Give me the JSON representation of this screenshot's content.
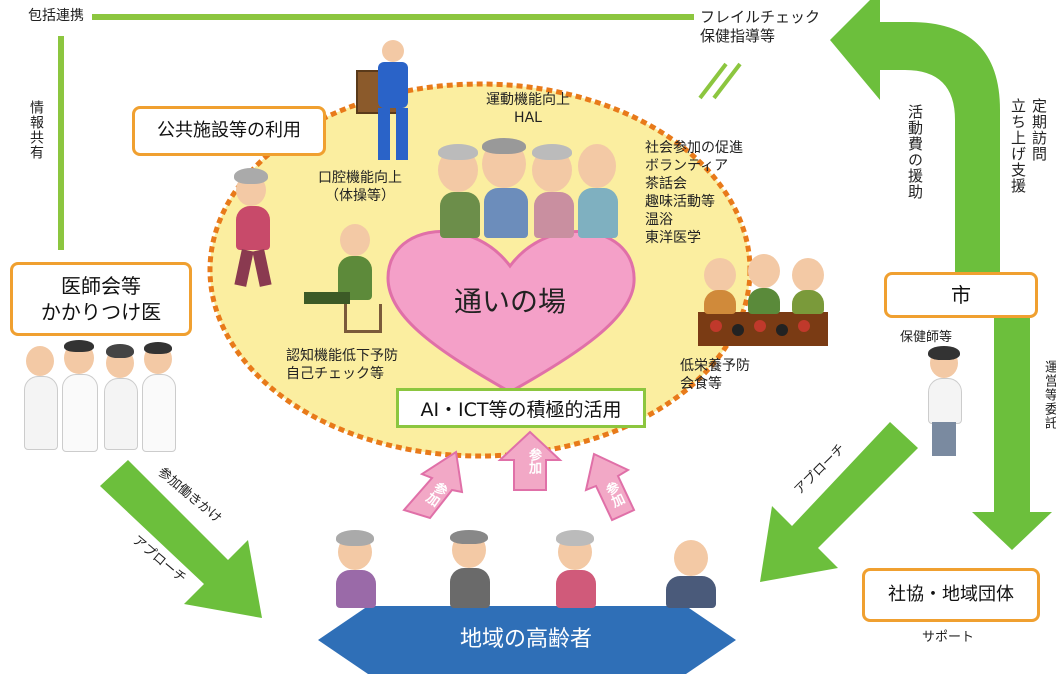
{
  "labels": {
    "houkatsu": "包括連携",
    "jouhou": "情報共有",
    "frail": "フレイルチェック\n保健指導等",
    "katsudou": "活動費の援助",
    "teiki": "定期訪問\n立ち上げ支援",
    "undou": "運動機能向上\nHAL",
    "shakai": "社会参加の促進\nボランティア\n茶話会\n趣味活動等\n温浴\n東洋医学",
    "koukuu": "口腔機能向上\n（体操等）",
    "ninchi": "認知機能低下予防\n自己チェック等",
    "teieiyou": "低栄養予防\n会食等",
    "hokenshi": "保健師等",
    "uneitou": "運営等委託",
    "approach_right": "アプローチ",
    "sanka_hatarakikake": "参加働きかけ",
    "approach_left": "アプローチ",
    "support": "サポート",
    "sanka": "参加"
  },
  "boxes": {
    "koukyou": "公共施設等の利用",
    "ishikai": "医師会等\nかかりつけ医",
    "shi": "市",
    "shakyo": "社協・地域団体",
    "ai": "AI・ICT等の積極的活用"
  },
  "center": "通いの場",
  "bottom": "地域の高齢者",
  "colors": {
    "green": "#6cbf3c",
    "orange": "#f0a030",
    "ellipse": "#fbeea0",
    "ellipse_border": "#e87a1a",
    "heart": "#f4a0c8",
    "heart_border": "#e070a8",
    "hexagon": "#2f6fb7",
    "pink_arrow": "#f2a8c6"
  }
}
